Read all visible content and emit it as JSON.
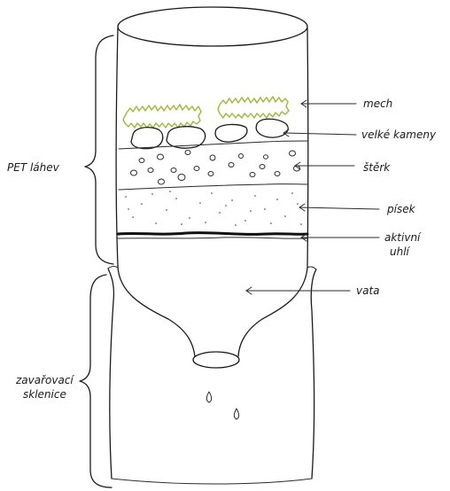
{
  "diagram": {
    "labels": {
      "moss": "mech",
      "large_stones": "velké kameny",
      "gravel": "štěrk",
      "sand": "písek",
      "activated_carbon_line1": "aktivní",
      "activated_carbon_line2": "uhlí",
      "cotton": "vata",
      "pet_bottle": "PET láhev",
      "jar_line1": "zavařovací",
      "jar_line2": "sklenice"
    },
    "colors": {
      "ink": "#1a1a1a",
      "moss": "#9bb83a",
      "background": "#ffffff"
    }
  }
}
